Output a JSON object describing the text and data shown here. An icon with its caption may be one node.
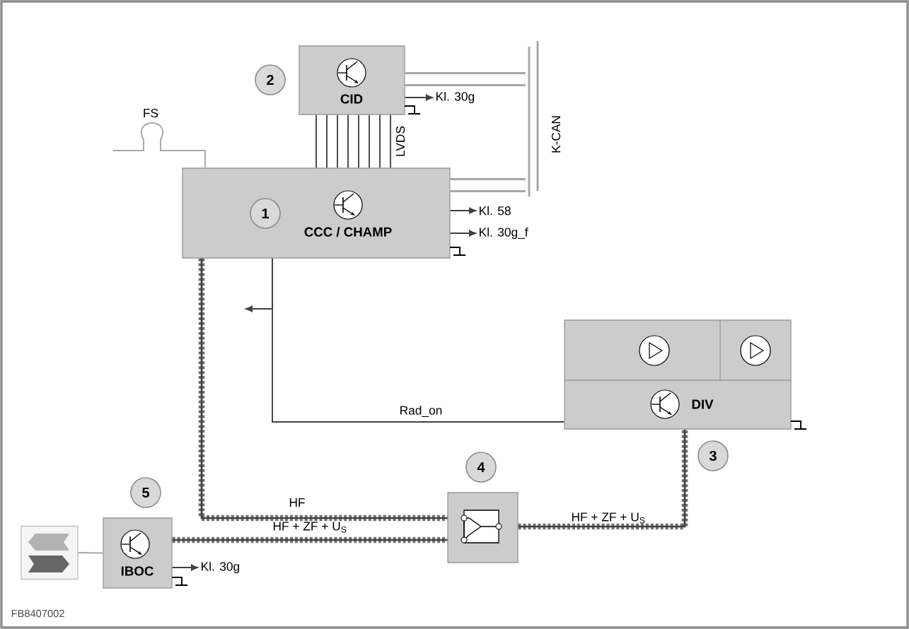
{
  "diagram": {
    "nodes": [
      {
        "text": [
          "CCC / CHAMP"
        ]
      },
      {
        "text": [
          "1"
        ],
        "in": 0
      },
      {
        "text": [
          "CID"
        ]
      },
      {
        "text": [
          "2"
        ]
      },
      {
        "text": [
          "DIV"
        ]
      },
      {
        "text": [
          "3"
        ]
      },
      {
        "text": [],
        "shape": "box"
      },
      {
        "text": [
          "4"
        ]
      },
      {
        "text": [
          "IBOC"
        ]
      },
      {
        "text": [
          "5"
        ]
      },
      {
        "text": [],
        "shape": "picture"
      },
      {
        "text": [
          "Kl. 30g"
        ]
      },
      {
        "text": [
          "Kl. 58"
        ]
      },
      {
        "text": [
          "Kl. 30g_f"
        ]
      },
      {
        "text": [
          "Kl. 30g"
        ]
      },
      {
        "text": [],
        "shape": "bar",
        "beside": [
          "K-CAN"
        ]
      }
    ],
    "edges": [
      {
        "from": null,
        "to": 0,
        "arrow": "none",
        "label": "FS",
        "color": "#a6a6a6"
      },
      {
        "from": 2,
        "to": 0,
        "arrow": "none",
        "label": "LVDS"
      },
      {
        "from": 2,
        "to": 15,
        "arrow": "none",
        "style": "thick",
        "color": "#a6a6a6"
      },
      {
        "from": 0,
        "to": 15,
        "arrow": "none",
        "style": "thick",
        "color": "#a6a6a6"
      },
      {
        "from": 2,
        "to": 11,
        "arrow": "to"
      },
      {
        "from": 0,
        "to": 12,
        "arrow": "to"
      },
      {
        "from": 0,
        "to": 13,
        "arrow": "to"
      },
      {
        "from": 0,
        "to": 4,
        "arrow": "none",
        "label": "Rad_on"
      },
      {
        "from": 0,
        "to": 6,
        "arrow": "none",
        "label": "HF",
        "style": "dashed"
      },
      {
        "from": 8,
        "to": 6,
        "arrow": "none",
        "label": "HF + ZF + U$_{S}$",
        "style": "dashed"
      },
      {
        "from": 6,
        "to": 4,
        "arrow": "none",
        "label": "HF + ZF + U$_{S}$",
        "style": "dashed"
      },
      {
        "from": 10,
        "to": 8,
        "arrow": "none",
        "color": "#a6a6a6"
      },
      {
        "from": 8,
        "to": 14,
        "arrow": "to"
      },
      {
        "from": 0,
        "to": null,
        "arrow": "to"
      }
    ],
    "labels": [
      "FB8407002"
    ]
  }
}
